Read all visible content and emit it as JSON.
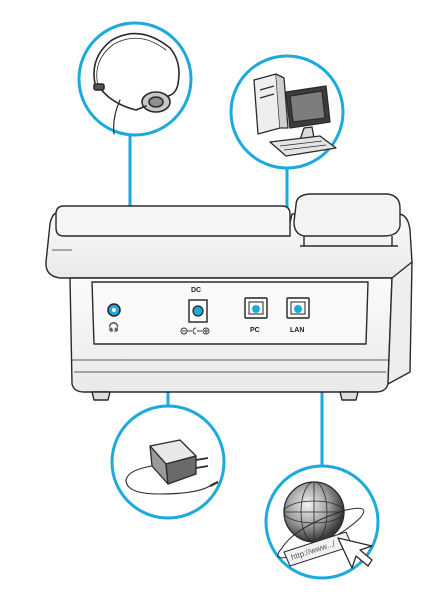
{
  "labels": {
    "dc": "DC",
    "pc": "PC",
    "lan": "LAN"
  },
  "browser_url": "http://www.../",
  "icons": {
    "headset_port": "headphone-icon",
    "power_polarity": "dc-polarity-symbol",
    "pc_port": "ethernet-port-icon",
    "lan_port": "ethernet-port-icon"
  },
  "colors": {
    "connector": "#1da9dc",
    "sketch": "#2a2a2a"
  }
}
